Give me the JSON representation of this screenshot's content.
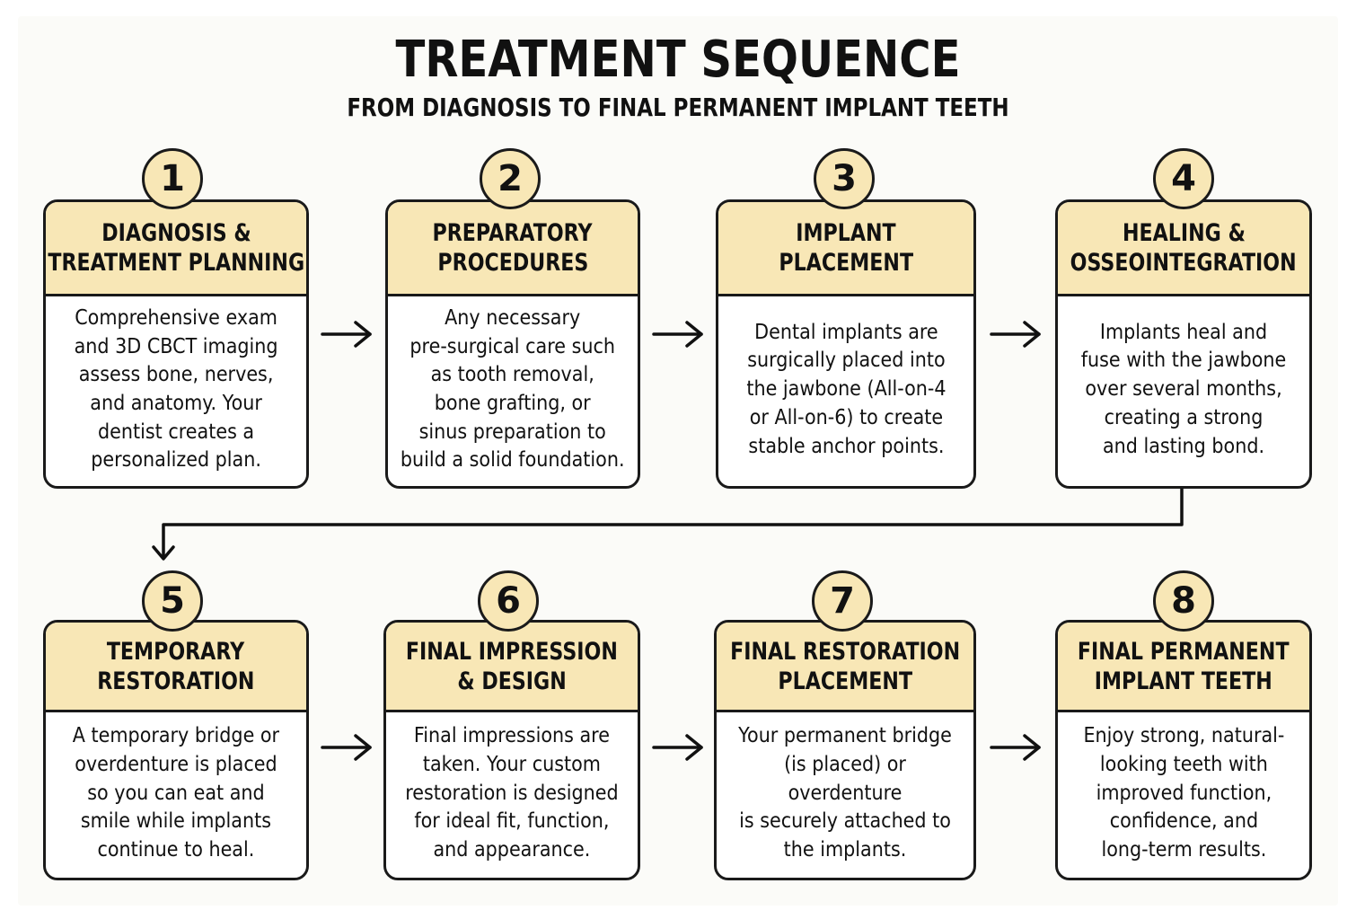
{
  "header": {
    "title": "TREATMENT SEQUENCE",
    "subtitle": "FROM DIAGNOSIS TO FINAL PERMANENT IMPLANT TEETH"
  },
  "colors": {
    "header_fill": "#f8e7b6",
    "outline": "#1a1a1a",
    "card_fill": "#ffffff",
    "background": "#fbfbf8"
  },
  "steps": [
    {
      "number": "1",
      "title_line1": "DIAGNOSIS &",
      "title_line2": "TREATMENT PLANNING",
      "body": "Comprehensive exam\nand 3D CBCT imaging\nassess bone, nerves,\nand anatomy. Your\ndentist creates a\npersonalized plan."
    },
    {
      "number": "2",
      "title_line1": "PREPARATORY",
      "title_line2": "PROCEDURES",
      "body": "Any necessary\npre-surgical care such\nas tooth removal,\nbone grafting, or\nsinus preparation to\nbuild a solid foundation."
    },
    {
      "number": "3",
      "title_line1": "IMPLANT",
      "title_line2": "PLACEMENT",
      "body": "Dental implants are\nsurgically placed into\nthe jawbone (All-on-4\nor All-on-6) to create\nstable anchor points."
    },
    {
      "number": "4",
      "title_line1": "HEALING &",
      "title_line2": "OSSEOINTEGRATION",
      "body": "Implants heal and\nfuse with the jawbone\nover several months,\ncreating a strong\nand lasting bond."
    },
    {
      "number": "5",
      "title_line1": "TEMPORARY",
      "title_line2": "RESTORATION",
      "body": "A temporary bridge or\noverdenture is placed\nso you can eat and\nsmile while implants\ncontinue to heal."
    },
    {
      "number": "6",
      "title_line1": "FINAL IMPRESSION",
      "title_line2": "& DESIGN",
      "body": "Final impressions are\ntaken. Your custom\nrestoration is designed\nfor ideal fit, function,\nand appearance."
    },
    {
      "number": "7",
      "title_line1": "FINAL RESTORATION",
      "title_line2": "PLACEMENT",
      "body": "Your permanent bridge\n(is placed) or overdenture\nis securely attached to\nthe implants."
    },
    {
      "number": "8",
      "title_line1": "FINAL PERMANENT",
      "title_line2": "IMPLANT TEETH",
      "body": "Enjoy strong, natural-\nlooking teeth with\nimproved function,\nconfidence, and\nlong-term results."
    }
  ]
}
